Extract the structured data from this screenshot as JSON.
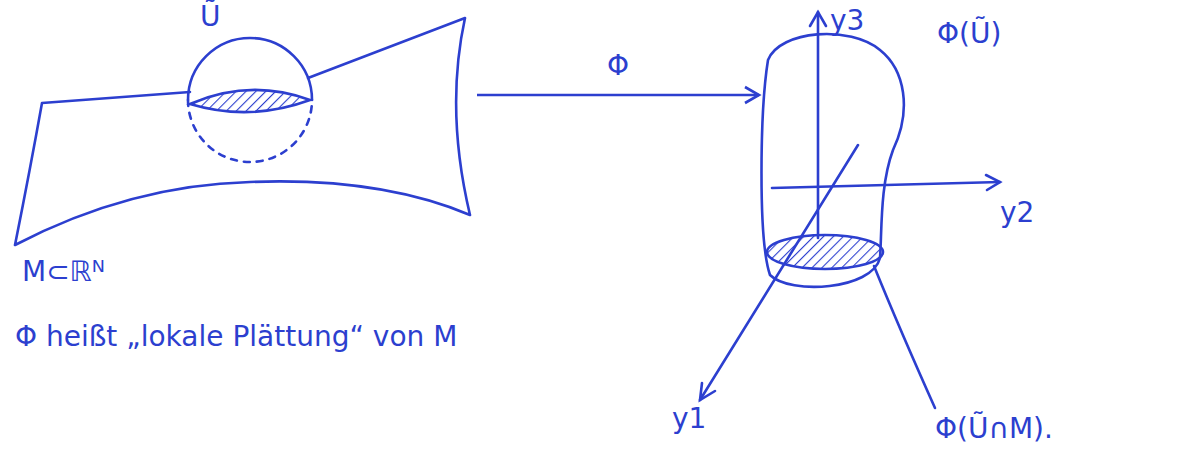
{
  "diagram": {
    "caption": "Φ heißt „lokale Plättung“ von M",
    "nodes": [
      {
        "text": [
          "M⊂ℝᴺ"
        ]
      },
      {
        "text": [
          "Φ(Ũ)"
        ]
      }
    ],
    "edges": [
      {
        "from": 0,
        "to": 1,
        "label": "Φ",
        "arrow": "to"
      }
    ],
    "labels": [
      "Ũ",
      "y3",
      "y2",
      "y1",
      "Φ(Ũ∩M)."
    ]
  }
}
